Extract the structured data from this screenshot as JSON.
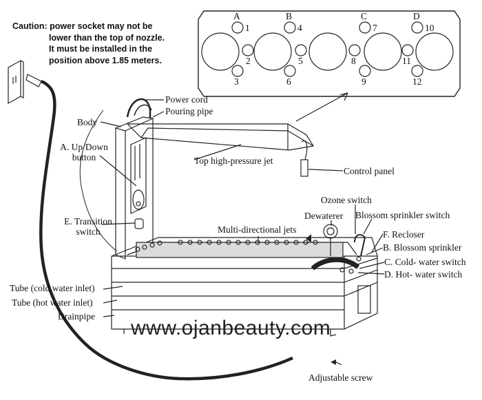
{
  "caution": {
    "line1": "Caution: power socket may not be",
    "line2": "lower than the top of nozzle.",
    "line3": "It must be installed in the",
    "line4": "position above 1.85 meters."
  },
  "nozzle_panel": {
    "letters": [
      "A",
      "B",
      "C",
      "D"
    ],
    "numbers": [
      "1",
      "2",
      "3",
      "4",
      "5",
      "6",
      "7",
      "8",
      "9",
      "10",
      "11",
      "12"
    ]
  },
  "labels": {
    "power_cord": "Power cord",
    "pouring_pipe": "Pouring pipe",
    "body": "Body",
    "up_down_line1": "A. Up/Down",
    "up_down_line2": "button",
    "top_jet": "Top high-pressure jet",
    "control_panel": "Control panel",
    "transition_line1": "E. Transition",
    "transition_line2": "switch",
    "ozone": "Ozone switch",
    "dewaterer": "Dewaterer",
    "blossom_sprinkler_switch": "Blossom sprinkler switch",
    "multi_jets": "Multi-directional jets",
    "recloser": "F. Recloser",
    "blossom_sprinkler": "B. Blossom sprinkler",
    "cold_switch": "C. Cold- water switch",
    "hot_switch": "D. Hot- water switch",
    "tube_cold": "Tube (cold water inlet)",
    "tube_hot": "Tube (hot water inlet)",
    "drainpipe": "Drainpipe",
    "adjustable_screw": "Adjustable screw"
  },
  "watermark": "www.ojanbeauty.com"
}
